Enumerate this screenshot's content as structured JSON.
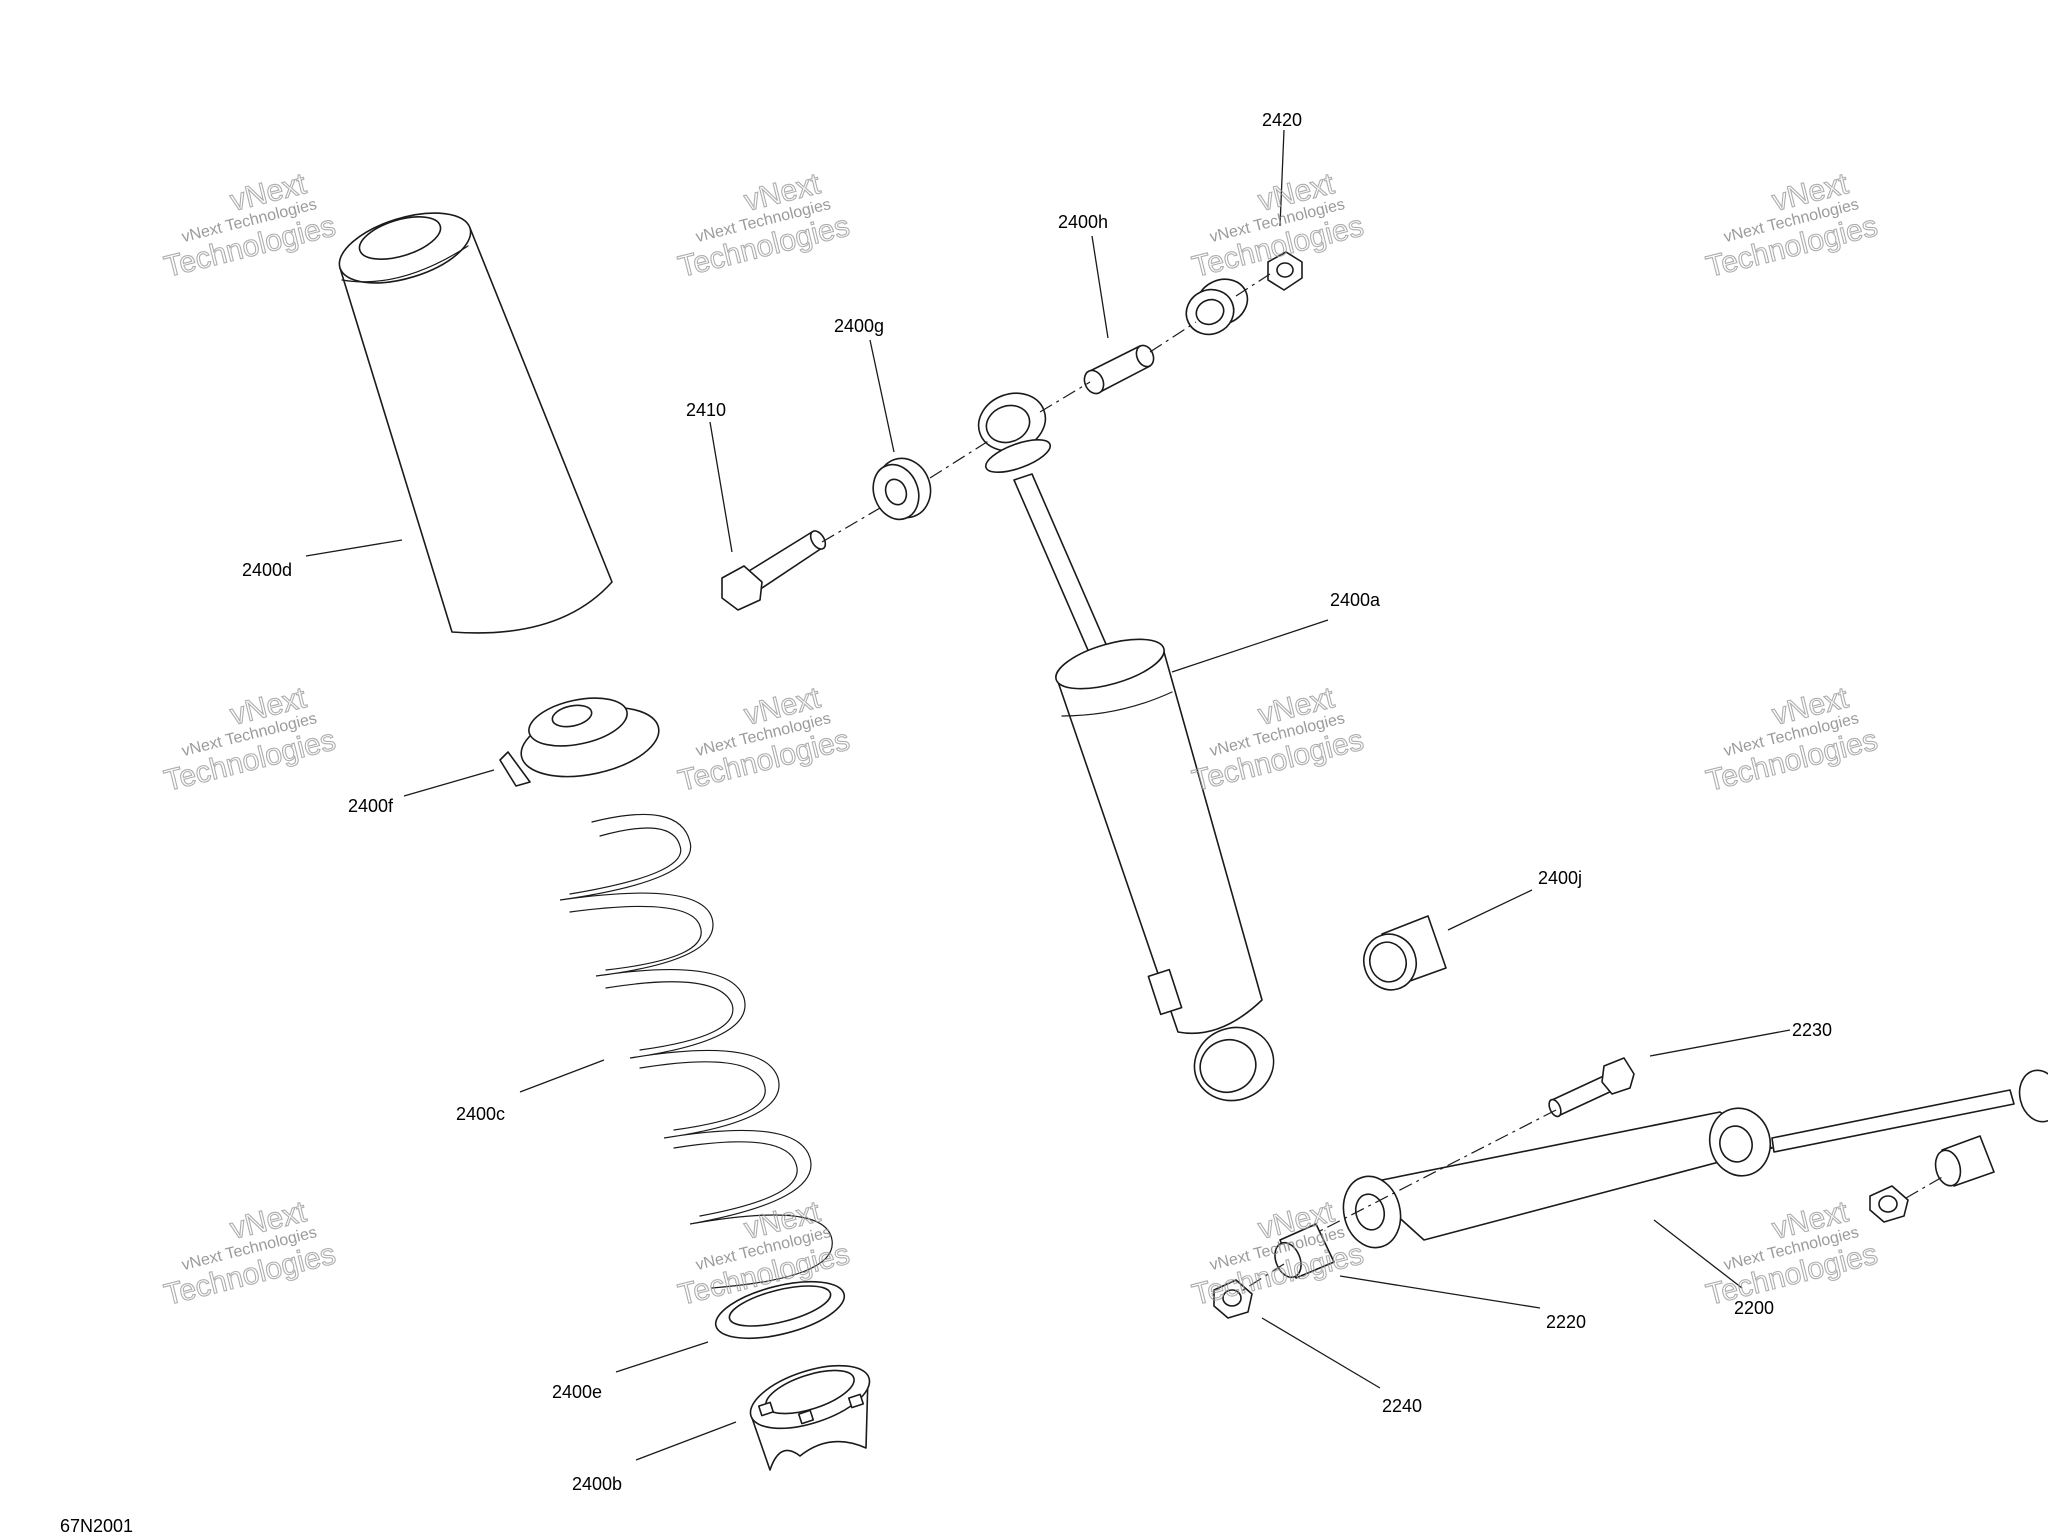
{
  "diagram": {
    "reference_code": "67N2001",
    "watermark": {
      "line1": "vNext Technologies",
      "line2": "Technologies",
      "line3": "vNext"
    },
    "callouts": [
      {
        "id": "2420",
        "label": "2420"
      },
      {
        "id": "2400h",
        "label": "2400h"
      },
      {
        "id": "2400g",
        "label": "2400g"
      },
      {
        "id": "2410",
        "label": "2410"
      },
      {
        "id": "2400d",
        "label": "2400d"
      },
      {
        "id": "2400a",
        "label": "2400a"
      },
      {
        "id": "2400f",
        "label": "2400f"
      },
      {
        "id": "2400j",
        "label": "2400j"
      },
      {
        "id": "2230",
        "label": "2230"
      },
      {
        "id": "2400c",
        "label": "2400c"
      },
      {
        "id": "2220",
        "label": "2220"
      },
      {
        "id": "2200",
        "label": "2200"
      },
      {
        "id": "2240",
        "label": "2240"
      },
      {
        "id": "2400e",
        "label": "2400e"
      },
      {
        "id": "2400b",
        "label": "2400b"
      }
    ]
  }
}
